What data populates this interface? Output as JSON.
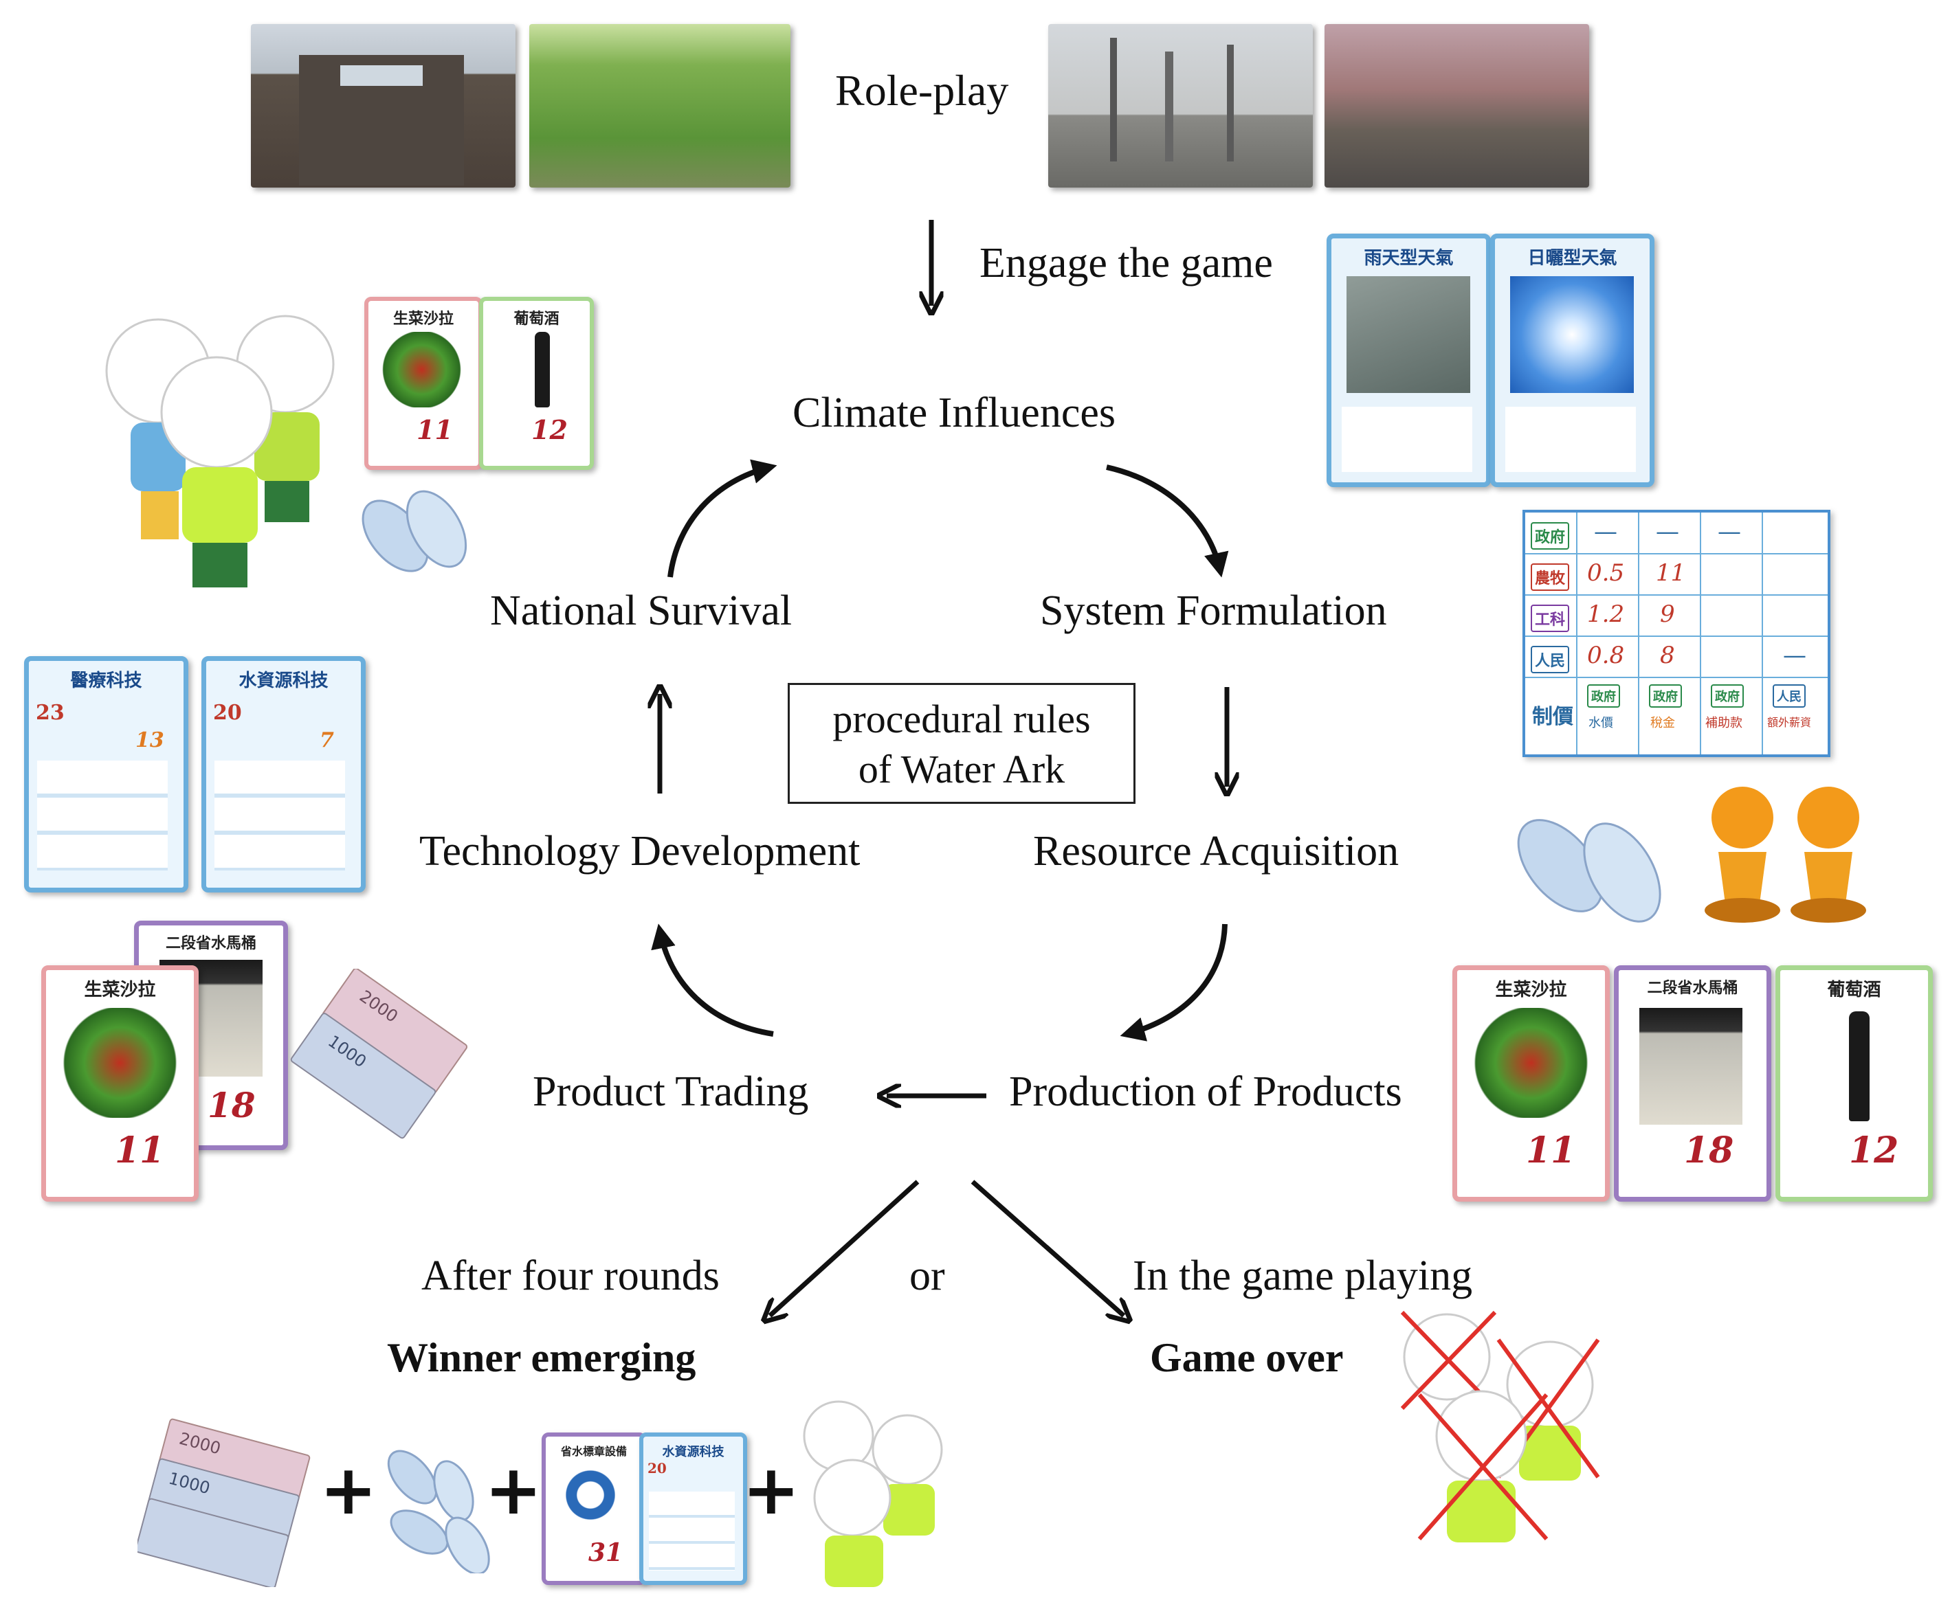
{
  "labels": {
    "role_play": "Role-play",
    "engage": "Engage the game",
    "climate": "Climate Influences",
    "system": "System Formulation",
    "national": "National Survival",
    "resource": "Resource Acquisition",
    "technology": "Technology Development",
    "production": "Production of Products",
    "trading": "Product Trading",
    "rules_line1": "procedural rules",
    "rules_line2": "of Water Ark",
    "after_rounds": "After four rounds",
    "or": "or",
    "in_game": "In the game playing",
    "winner": "Winner emerging",
    "game_over": "Game over"
  },
  "cards": {
    "salad": "生菜沙拉",
    "wine": "葡萄酒",
    "toilet": "二段省水馬桶",
    "rain_weather": "雨天型天氣",
    "sun_weather": "日曬型天氣",
    "medical_tech": "醫療科技",
    "water_tech": "水資源科技",
    "water_device": "省水標章設備",
    "salad_value": "11",
    "wine_value": "12",
    "toilet_value": "18",
    "device_value": "31",
    "medical_cost": "23",
    "water_cost": "20",
    "medical_target": "13",
    "water_target": "7"
  },
  "table": {
    "rows": [
      "政府",
      "農牧",
      "工科",
      "人民"
    ],
    "price_label": "制價",
    "values": [
      [
        "—",
        "—",
        "—"
      ],
      [
        "0.5",
        "11",
        ""
      ],
      [
        "1.2",
        "9",
        ""
      ],
      [
        "0.8",
        "8",
        "—"
      ]
    ],
    "footer": [
      "政府",
      "政府",
      "政府",
      "人民"
    ],
    "footer_sub": [
      "水價",
      "稅金",
      "補助款",
      "額外薪資"
    ]
  },
  "money": {
    "bill_2000": "2000",
    "bill_1000": "1000"
  },
  "colors": {
    "arrow": "#111111",
    "cross": "#e0302a",
    "card_red": "#e8a0a4",
    "card_green": "#a8d890",
    "card_purple": "#9a7cc0",
    "card_blue": "#5aa6d6"
  }
}
